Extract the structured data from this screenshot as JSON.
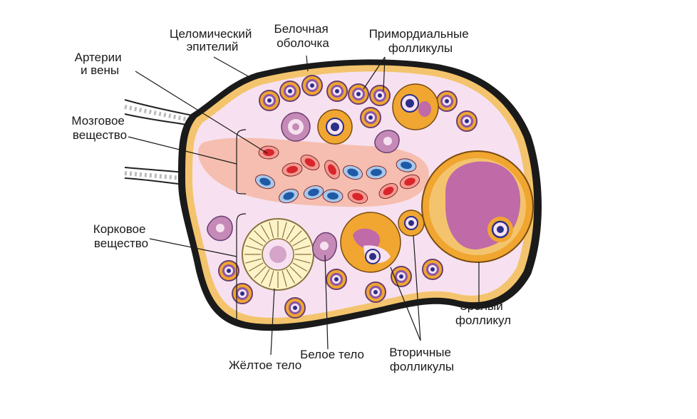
{
  "labels": {
    "coelomic_epithelium": [
      "Целомический",
      "эпителий"
    ],
    "tunica_albuginea": [
      "Белочная",
      "оболочка"
    ],
    "primordial_follicles": [
      "Примордиальные",
      "фолликулы"
    ],
    "arteries_veins": [
      "Артерии",
      "и вены"
    ],
    "medulla": [
      "Мозговое",
      "вещество"
    ],
    "cortex": [
      "Корковое",
      "вещество"
    ],
    "corpus_luteum": [
      "Жёлтое тело"
    ],
    "corpus_albicans": [
      "Белое тело"
    ],
    "secondary_follicles": [
      "Вторичные",
      "фолликулы"
    ],
    "mature_follicle": [
      "Зрелый",
      "фолликул"
    ]
  },
  "colors": {
    "stroma": "#f7e1f0",
    "epithelium": "#ffffff",
    "tunica": "#f3c46d",
    "medulla_band": "#f6b7a4",
    "artery": "#d9252c",
    "vein": "#1f5aa6",
    "follicle_ring": "#f0a630",
    "antrum": "#c06aa8",
    "oocyte": "#2a2f8a",
    "corpus_luteum": "#fdf3c8",
    "corpus_albicans": "#c58ab8"
  }
}
